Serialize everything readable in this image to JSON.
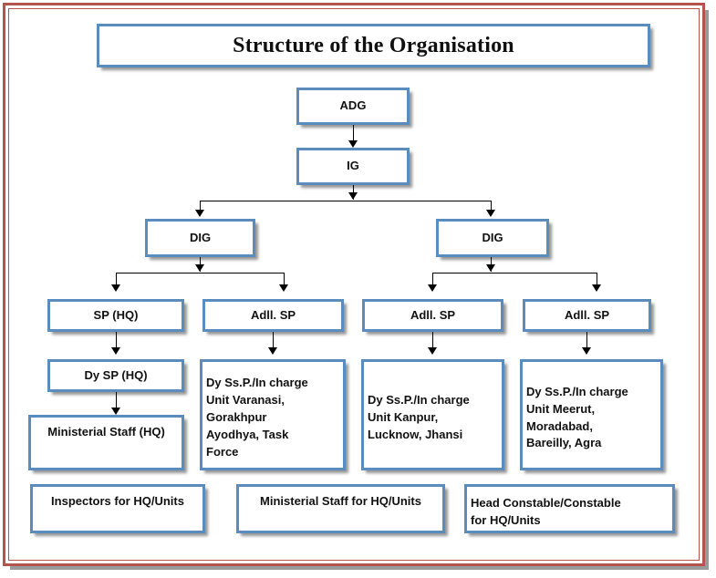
{
  "document": {
    "title": "Structure of the Organisation",
    "type": "organisation-chart"
  },
  "colors": {
    "frame_border": "#b5534e",
    "box_border": "#5b8cbe",
    "box_fill": "#ffffff",
    "connector": "#000000",
    "text": "#111111"
  },
  "chart_data": {
    "type": "diagram",
    "title": "Structure of the Organisation",
    "nodes": [
      {
        "id": "adg",
        "label": "ADG"
      },
      {
        "id": "ig",
        "label": "IG"
      },
      {
        "id": "dig-left",
        "label": "DIG"
      },
      {
        "id": "dig-right",
        "label": "DIG"
      },
      {
        "id": "sp-hq",
        "label": "SP (HQ)"
      },
      {
        "id": "adll-sp-1",
        "label": "Adll. SP"
      },
      {
        "id": "adll-sp-2",
        "label": "Adll. SP"
      },
      {
        "id": "adll-sp-3",
        "label": "Adll. SP"
      },
      {
        "id": "dy-sp-hq",
        "label": "Dy SP (HQ)"
      },
      {
        "id": "ministerial-hq",
        "label": "Ministerial Staff (HQ)"
      },
      {
        "id": "unit-varanasi",
        "label": "Dy Ss.P./In charge Unit Varanasi, Gorakhpur Ayodhya, Task Force"
      },
      {
        "id": "unit-kanpur",
        "label": "Dy Ss.P./In charge Unit Kanpur, Lucknow, Jhansi"
      },
      {
        "id": "unit-meerut",
        "label": "Dy Ss.P./In charge Unit Meerut, Moradabad, Bareilly, Agra"
      },
      {
        "id": "inspectors",
        "label": "Inspectors for HQ/Units"
      },
      {
        "id": "ministerial-units",
        "label": "Ministerial Staff for HQ/Units"
      },
      {
        "id": "head-constable",
        "label": "Head Constable/Constable for HQ/Units"
      }
    ],
    "edges": [
      {
        "from": "adg",
        "to": "ig"
      },
      {
        "from": "ig",
        "to": "dig-left"
      },
      {
        "from": "ig",
        "to": "dig-right"
      },
      {
        "from": "dig-left",
        "to": "sp-hq"
      },
      {
        "from": "dig-left",
        "to": "adll-sp-1"
      },
      {
        "from": "dig-right",
        "to": "adll-sp-2"
      },
      {
        "from": "dig-right",
        "to": "adll-sp-3"
      },
      {
        "from": "sp-hq",
        "to": "dy-sp-hq"
      },
      {
        "from": "dy-sp-hq",
        "to": "ministerial-hq"
      },
      {
        "from": "adll-sp-1",
        "to": "unit-varanasi"
      },
      {
        "from": "adll-sp-2",
        "to": "unit-kanpur"
      },
      {
        "from": "adll-sp-3",
        "to": "unit-meerut"
      }
    ]
  },
  "nodes": {
    "adg": "ADG",
    "ig": "IG",
    "dig_left": "DIG",
    "dig_right": "DIG",
    "sp_hq": "SP (HQ)",
    "adll_sp_1": "Adll. SP",
    "adll_sp_2": "Adll. SP",
    "adll_sp_3": "Adll. SP",
    "dy_sp_hq": "Dy SP (HQ)",
    "ministerial_staff_hq": "Ministerial Staff (HQ)",
    "unit_varanasi_line1": "Dy Ss.P./In charge",
    "unit_varanasi_line2": "Unit Varanasi,",
    "unit_varanasi_line3": "Gorakhpur",
    "unit_varanasi_line4": "Ayodhya, Task",
    "unit_varanasi_line5": "Force",
    "unit_kanpur_line1": "Dy Ss.P./In charge",
    "unit_kanpur_line2": "Unit Kanpur,",
    "unit_kanpur_line3": "Lucknow, Jhansi",
    "unit_meerut_line1": "Dy Ss.P./In charge",
    "unit_meerut_line2": "Unit Meerut,",
    "unit_meerut_line3": "Moradabad,",
    "unit_meerut_line4": "Bareilly, Agra",
    "inspectors": "Inspectors for HQ/Units",
    "ministerial_staff_units": "Ministerial Staff for HQ/Units",
    "head_constable_line1": "Head Constable/Constable",
    "head_constable_line2": "for HQ/Units"
  }
}
